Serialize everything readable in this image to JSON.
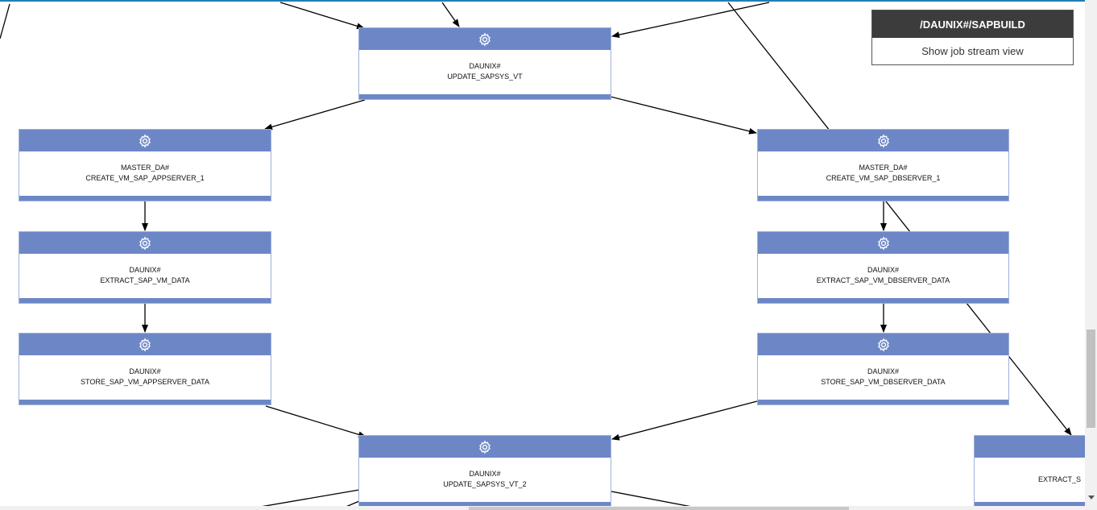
{
  "colors": {
    "job_header": "#6d87c6",
    "panel_header": "#3c3c3c",
    "edge": "#000000"
  },
  "panel": {
    "title": "/DAUNIX#/SAPBUILD",
    "action_label": "Show job stream view"
  },
  "jobs": {
    "update_sapsys_vt": {
      "workstation": "DAUNIX#",
      "name": "UPDATE_SAPSYS_VT",
      "icon": "gear-icon"
    },
    "create_vm_sap_appserver": {
      "workstation": "MASTER_DA#",
      "name": "CREATE_VM_SAP_APPSERVER_1",
      "icon": "gear-icon"
    },
    "create_vm_sap_dbserver": {
      "workstation": "MASTER_DA#",
      "name": "CREATE_VM_SAP_DBSERVER_1",
      "icon": "gear-icon"
    },
    "extract_sap_vm_data": {
      "workstation": "DAUNIX#",
      "name": "EXTRACT_SAP_VM_DATA",
      "icon": "gear-icon"
    },
    "extract_sap_vm_dbserver": {
      "workstation": "DAUNIX#",
      "name": "EXTRACT_SAP_VM_DBSERVER_DATA",
      "icon": "gear-icon"
    },
    "store_sap_vm_appserver": {
      "workstation": "DAUNIX#",
      "name": "STORE_SAP_VM_APPSERVER_DATA",
      "icon": "gear-icon"
    },
    "store_sap_vm_dbserver": {
      "workstation": "DAUNIX#",
      "name": "STORE_SAP_VM_DBSERVER_DATA",
      "icon": "gear-icon"
    },
    "update_sapsys_vt_2": {
      "workstation": "DAUNIX#",
      "name": "UPDATE_SAPSYS_VT_2",
      "icon": "gear-icon"
    },
    "extract_partial": {
      "workstation": "",
      "name": "EXTRACT_S",
      "icon": "gear-icon"
    }
  }
}
